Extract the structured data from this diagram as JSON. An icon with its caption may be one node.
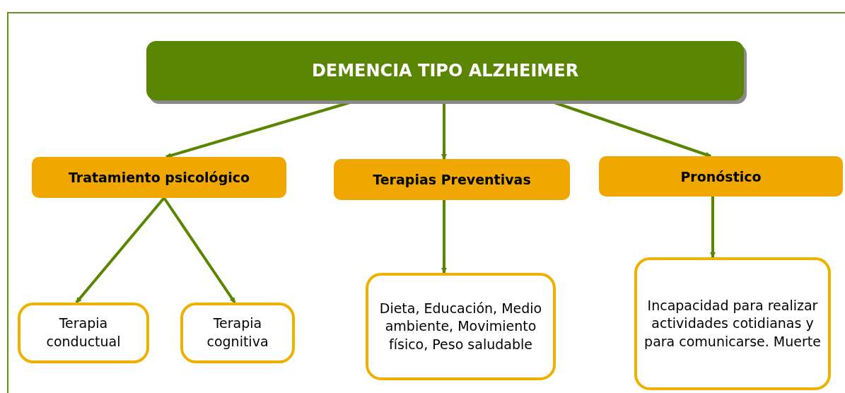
{
  "diagram": {
    "nodes": [
      {
        "text": [
          "DEMENCIA TIPO ALZHEIMER"
        ]
      },
      {
        "text": [
          "Tratamiento psicológico"
        ]
      },
      {
        "text": [
          "Terapias Preventivas"
        ]
      },
      {
        "text": [
          "Pronóstico"
        ]
      },
      {
        "text": [
          "Terapia conductual"
        ]
      },
      {
        "text": [
          "Terapia cognitiva"
        ]
      },
      {
        "text": [
          "Dieta, Educación, Medio ambiente, Movimiento físico, Peso saludable"
        ]
      },
      {
        "text": [
          "Incapacidad para realizar actividades cotidianas y para comunicarse. Muerte"
        ]
      }
    ],
    "edges": [
      {
        "from": 0,
        "to": 1,
        "arrow": "to"
      },
      {
        "from": 0,
        "to": 2,
        "arrow": "to"
      },
      {
        "from": 0,
        "to": 3,
        "arrow": "to"
      },
      {
        "from": 1,
        "to": 4,
        "arrow": "to"
      },
      {
        "from": 1,
        "to": 5,
        "arrow": "to"
      },
      {
        "from": 2,
        "to": 6,
        "arrow": "to"
      },
      {
        "from": 3,
        "to": 7,
        "arrow": "to"
      }
    ]
  }
}
